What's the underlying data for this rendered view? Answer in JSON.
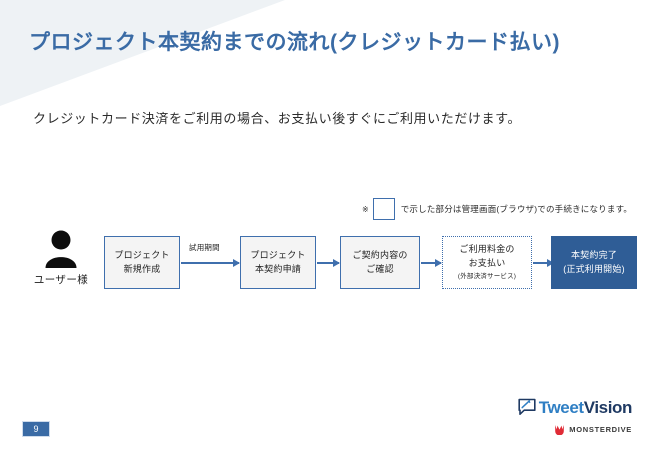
{
  "slide": {
    "title": "プロジェクト本契約までの流れ(クレジットカード払い)",
    "subtitle": "クレジットカード決済をご利用の場合、お支払い後すぐにご利用いただけます。",
    "page_number": "9",
    "title_color": "#3a6ba5",
    "accent_color": "#3f6fad",
    "filled_box_color": "#2f5d96",
    "band_color": "#eef2f5"
  },
  "note": {
    "mark": "※",
    "text": "で示した部分は管理画面(ブラウザ)での手続きになります。"
  },
  "flow": {
    "actor": {
      "icon": "person-icon",
      "label": "ユーザー様"
    },
    "steps": [
      {
        "id": "project-new",
        "style": "solid",
        "line1": "プロジェクト",
        "line2": "新規作成",
        "sub": ""
      },
      {
        "id": "project-contract-apply",
        "style": "solid",
        "line1": "プロジェクト",
        "line2": "本契約申請",
        "sub": ""
      },
      {
        "id": "contract-confirm",
        "style": "solid",
        "line1": "ご契約内容の",
        "line2": "ご確認",
        "sub": ""
      },
      {
        "id": "payment",
        "style": "dotted",
        "line1": "ご利用料金の",
        "line2": "お支払い",
        "sub": "(外部決済サービス)"
      },
      {
        "id": "contract-complete",
        "style": "filled",
        "line1": "本契約完了",
        "line2": "(正式利用開始)",
        "sub": ""
      }
    ],
    "arrow_labels": {
      "trial_period": "試用期間"
    }
  },
  "logos": {
    "tweetvision": {
      "part1": "Tweet",
      "part2": "Vision"
    },
    "monsterdive": {
      "text": "MONSTERDIVE"
    }
  }
}
